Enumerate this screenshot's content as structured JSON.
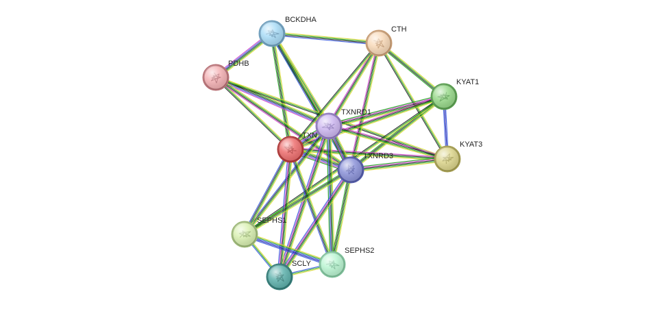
{
  "network": {
    "nodes": [
      {
        "id": "BCKDHA",
        "label": "BCKDHA",
        "color": "#a9dcf7",
        "ring": "#6f9fbd"
      },
      {
        "id": "CTH",
        "label": "CTH",
        "color": "#f8d9b8",
        "ring": "#c79c74"
      },
      {
        "id": "PDHB",
        "label": "PDHB",
        "color": "#f4b1b4",
        "ring": "#b97378"
      },
      {
        "id": "KYAT1",
        "label": "KYAT1",
        "color": "#98d98a",
        "ring": "#5a9e50"
      },
      {
        "id": "TXNRD1",
        "label": "TXNRD1",
        "color": "#cdb7f0",
        "ring": "#8f79bd"
      },
      {
        "id": "TXN",
        "label": "TXN",
        "color": "#ee6f6f",
        "ring": "#b03a3a"
      },
      {
        "id": "TXNRD3",
        "label": "TXNRD3",
        "color": "#8c93d9",
        "ring": "#545ca8"
      },
      {
        "id": "KYAT3",
        "label": "KYAT3",
        "color": "#dcd58c",
        "ring": "#a59e52"
      },
      {
        "id": "SEPHS1",
        "label": "SEPHS1",
        "color": "#d9f0b1",
        "ring": "#9db877"
      },
      {
        "id": "SEPHS2",
        "label": "SEPHS2",
        "color": "#baf5d2",
        "ring": "#7fc19b"
      },
      {
        "id": "SCLY",
        "label": "SCLY",
        "color": "#5fb2ad",
        "ring": "#347c78"
      }
    ],
    "edges": [
      {
        "source": "BCKDHA",
        "target": "CTH",
        "colors": [
          "#d6d62e",
          "#1ba01b",
          "#222222",
          "#3355dd"
        ]
      },
      {
        "source": "BCKDHA",
        "target": "PDHB",
        "colors": [
          "#d6d62e",
          "#1ba01b",
          "#222222",
          "#3355dd",
          "#c83cc8"
        ]
      },
      {
        "source": "BCKDHA",
        "target": "TXNRD1",
        "colors": [
          "#d6d62e",
          "#1ba01b",
          "#222222",
          "#3355dd",
          "#1ba01b"
        ]
      },
      {
        "source": "BCKDHA",
        "target": "TXN",
        "colors": [
          "#d6d62e",
          "#1ba01b",
          "#222222",
          "#1ba01b"
        ]
      },
      {
        "source": "BCKDHA",
        "target": "TXNRD3",
        "colors": [
          "#d6d62e",
          "#1ba01b",
          "#222222",
          "#3355dd"
        ]
      },
      {
        "source": "PDHB",
        "target": "TXNRD1",
        "colors": [
          "#d6d62e",
          "#1ba01b",
          "#222222",
          "#3355dd",
          "#c83cc8"
        ]
      },
      {
        "source": "PDHB",
        "target": "TXN",
        "colors": [
          "#d6d62e",
          "#1ba01b",
          "#222222"
        ]
      },
      {
        "source": "PDHB",
        "target": "TXNRD3",
        "colors": [
          "#d6d62e",
          "#1ba01b",
          "#222222",
          "#c83cc8"
        ]
      },
      {
        "source": "PDHB",
        "target": "KYAT3",
        "colors": [
          "#d6d62e",
          "#1ba01b",
          "#222222"
        ]
      },
      {
        "source": "CTH",
        "target": "TXNRD1",
        "colors": [
          "#d6d62e",
          "#1ba01b",
          "#222222",
          "#c83cc8"
        ]
      },
      {
        "source": "CTH",
        "target": "TXN",
        "colors": [
          "#d6d62e",
          "#1ba01b",
          "#222222"
        ]
      },
      {
        "source": "CTH",
        "target": "TXNRD3",
        "colors": [
          "#d6d62e",
          "#1ba01b",
          "#222222",
          "#c83cc8"
        ]
      },
      {
        "source": "CTH",
        "target": "KYAT1",
        "colors": [
          "#d6d62e",
          "#1ba01b",
          "#222222",
          "#1ba01b"
        ]
      },
      {
        "source": "CTH",
        "target": "KYAT3",
        "colors": [
          "#d6d62e",
          "#1ba01b",
          "#222222"
        ]
      },
      {
        "source": "KYAT1",
        "target": "KYAT3",
        "colors": [
          "#3355dd",
          "#1a1aaa",
          "#3355dd"
        ]
      },
      {
        "source": "KYAT1",
        "target": "TXNRD1",
        "colors": [
          "#d6d62e",
          "#1ba01b",
          "#222222",
          "#c83cc8",
          "#1ba01b"
        ]
      },
      {
        "source": "KYAT1",
        "target": "TXN",
        "colors": [
          "#d6d62e",
          "#1ba01b",
          "#222222",
          "#c83cc8"
        ]
      },
      {
        "source": "KYAT1",
        "target": "TXNRD3",
        "colors": [
          "#d6d62e",
          "#1ba01b",
          "#222222",
          "#1ba01b"
        ]
      },
      {
        "source": "KYAT1",
        "target": "SEPHS1",
        "colors": [
          "#d6d62e",
          "#1ba01b",
          "#222222"
        ]
      },
      {
        "source": "KYAT3",
        "target": "TXNRD1",
        "colors": [
          "#d6d62e",
          "#1ba01b",
          "#222222",
          "#c83cc8"
        ]
      },
      {
        "source": "KYAT3",
        "target": "TXN",
        "colors": [
          "#d6d62e",
          "#1ba01b",
          "#222222",
          "#c83cc8"
        ]
      },
      {
        "source": "KYAT3",
        "target": "TXNRD3",
        "colors": [
          "#d6d62e",
          "#1ba01b",
          "#222222",
          "#c83cc8",
          "#1ba01b"
        ]
      },
      {
        "source": "TXNRD1",
        "target": "TXN",
        "colors": [
          "#d6d62e",
          "#1ba01b",
          "#222222",
          "#3355dd",
          "#c83cc8",
          "#1ba01b"
        ]
      },
      {
        "source": "TXNRD1",
        "target": "TXNRD3",
        "colors": [
          "#d6d62e",
          "#1ba01b",
          "#222222",
          "#3355dd",
          "#c83cc8",
          "#1ba01b"
        ]
      },
      {
        "source": "TXN",
        "target": "TXNRD3",
        "colors": [
          "#d6d62e",
          "#1ba01b",
          "#222222",
          "#3355dd",
          "#c83cc8",
          "#1ba01b"
        ]
      },
      {
        "source": "TXNRD1",
        "target": "SEPHS1",
        "colors": [
          "#d6d62e",
          "#1ba01b",
          "#222222",
          "#3355dd"
        ]
      },
      {
        "source": "TXNRD1",
        "target": "SEPHS2",
        "colors": [
          "#d6d62e",
          "#1ba01b",
          "#222222",
          "#3355dd",
          "#1ba01b"
        ]
      },
      {
        "source": "TXNRD1",
        "target": "SCLY",
        "colors": [
          "#d6d62e",
          "#1ba01b",
          "#222222",
          "#c83cc8",
          "#3355dd"
        ]
      },
      {
        "source": "TXN",
        "target": "SEPHS1",
        "colors": [
          "#d6d62e",
          "#1ba01b",
          "#222222",
          "#3355dd"
        ]
      },
      {
        "source": "TXN",
        "target": "SEPHS2",
        "colors": [
          "#d6d62e",
          "#1ba01b",
          "#222222",
          "#3355dd"
        ]
      },
      {
        "source": "TXN",
        "target": "SCLY",
        "colors": [
          "#d6d62e",
          "#1ba01b",
          "#222222",
          "#c83cc8",
          "#3355dd"
        ]
      },
      {
        "source": "TXNRD3",
        "target": "SEPHS1",
        "colors": [
          "#d6d62e",
          "#1ba01b",
          "#222222",
          "#1ba01b"
        ]
      },
      {
        "source": "TXNRD3",
        "target": "SEPHS2",
        "colors": [
          "#d6d62e",
          "#1ba01b",
          "#222222",
          "#1ba01b"
        ]
      },
      {
        "source": "TXNRD3",
        "target": "SCLY",
        "colors": [
          "#d6d62e",
          "#1ba01b",
          "#222222",
          "#c83cc8",
          "#3355dd"
        ]
      },
      {
        "source": "SEPHS1",
        "target": "SEPHS2",
        "colors": [
          "#d6d62e",
          "#1ba01b",
          "#3355dd",
          "#1a1aaa",
          "#3355dd"
        ]
      },
      {
        "source": "SEPHS1",
        "target": "SCLY",
        "colors": [
          "#d6d62e",
          "#1ba01b",
          "#3355dd"
        ]
      },
      {
        "source": "SEPHS2",
        "target": "SCLY",
        "colors": [
          "#d6d62e",
          "#1ba01b",
          "#3355dd"
        ]
      }
    ]
  }
}
